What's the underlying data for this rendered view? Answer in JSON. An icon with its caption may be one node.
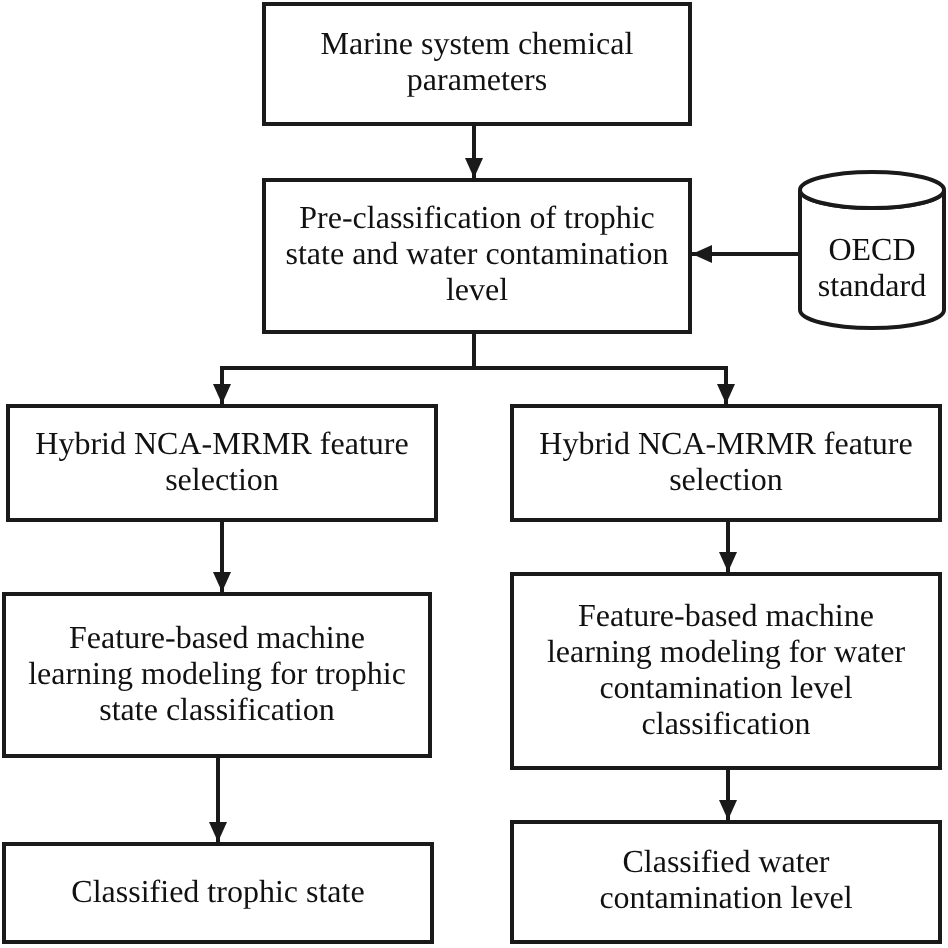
{
  "diagram": {
    "nodes": [
      {
        "text": [
          "Marine system chemical parameters"
        ]
      },
      {
        "text": [
          "Pre-classification of trophic state and water contamination level"
        ]
      },
      {
        "text": [
          "OECD standard"
        ]
      },
      {
        "text": [
          "Hybrid NCA-MRMR feature selection"
        ]
      },
      {
        "text": [
          "Hybrid NCA-MRMR feature selection"
        ]
      },
      {
        "text": [
          "Feature-based machine learning modeling for trophic state classification"
        ]
      },
      {
        "text": [
          "Feature-based machine learning modeling for water contamination level classification"
        ]
      },
      {
        "text": [
          "Classified trophic state"
        ]
      },
      {
        "text": [
          "Classified water contamination level"
        ]
      }
    ],
    "edges": [
      {
        "from": 0,
        "to": 1,
        "arrow": "to"
      },
      {
        "from": 2,
        "to": 1,
        "arrow": "to"
      },
      {
        "from": 1,
        "to": 3,
        "arrow": "to"
      },
      {
        "from": 1,
        "to": 4,
        "arrow": "to"
      },
      {
        "from": 3,
        "to": 5,
        "arrow": "to"
      },
      {
        "from": 4,
        "to": 6,
        "arrow": "to"
      },
      {
        "from": 5,
        "to": 7,
        "arrow": "to"
      },
      {
        "from": 6,
        "to": 8,
        "arrow": "to"
      }
    ]
  }
}
